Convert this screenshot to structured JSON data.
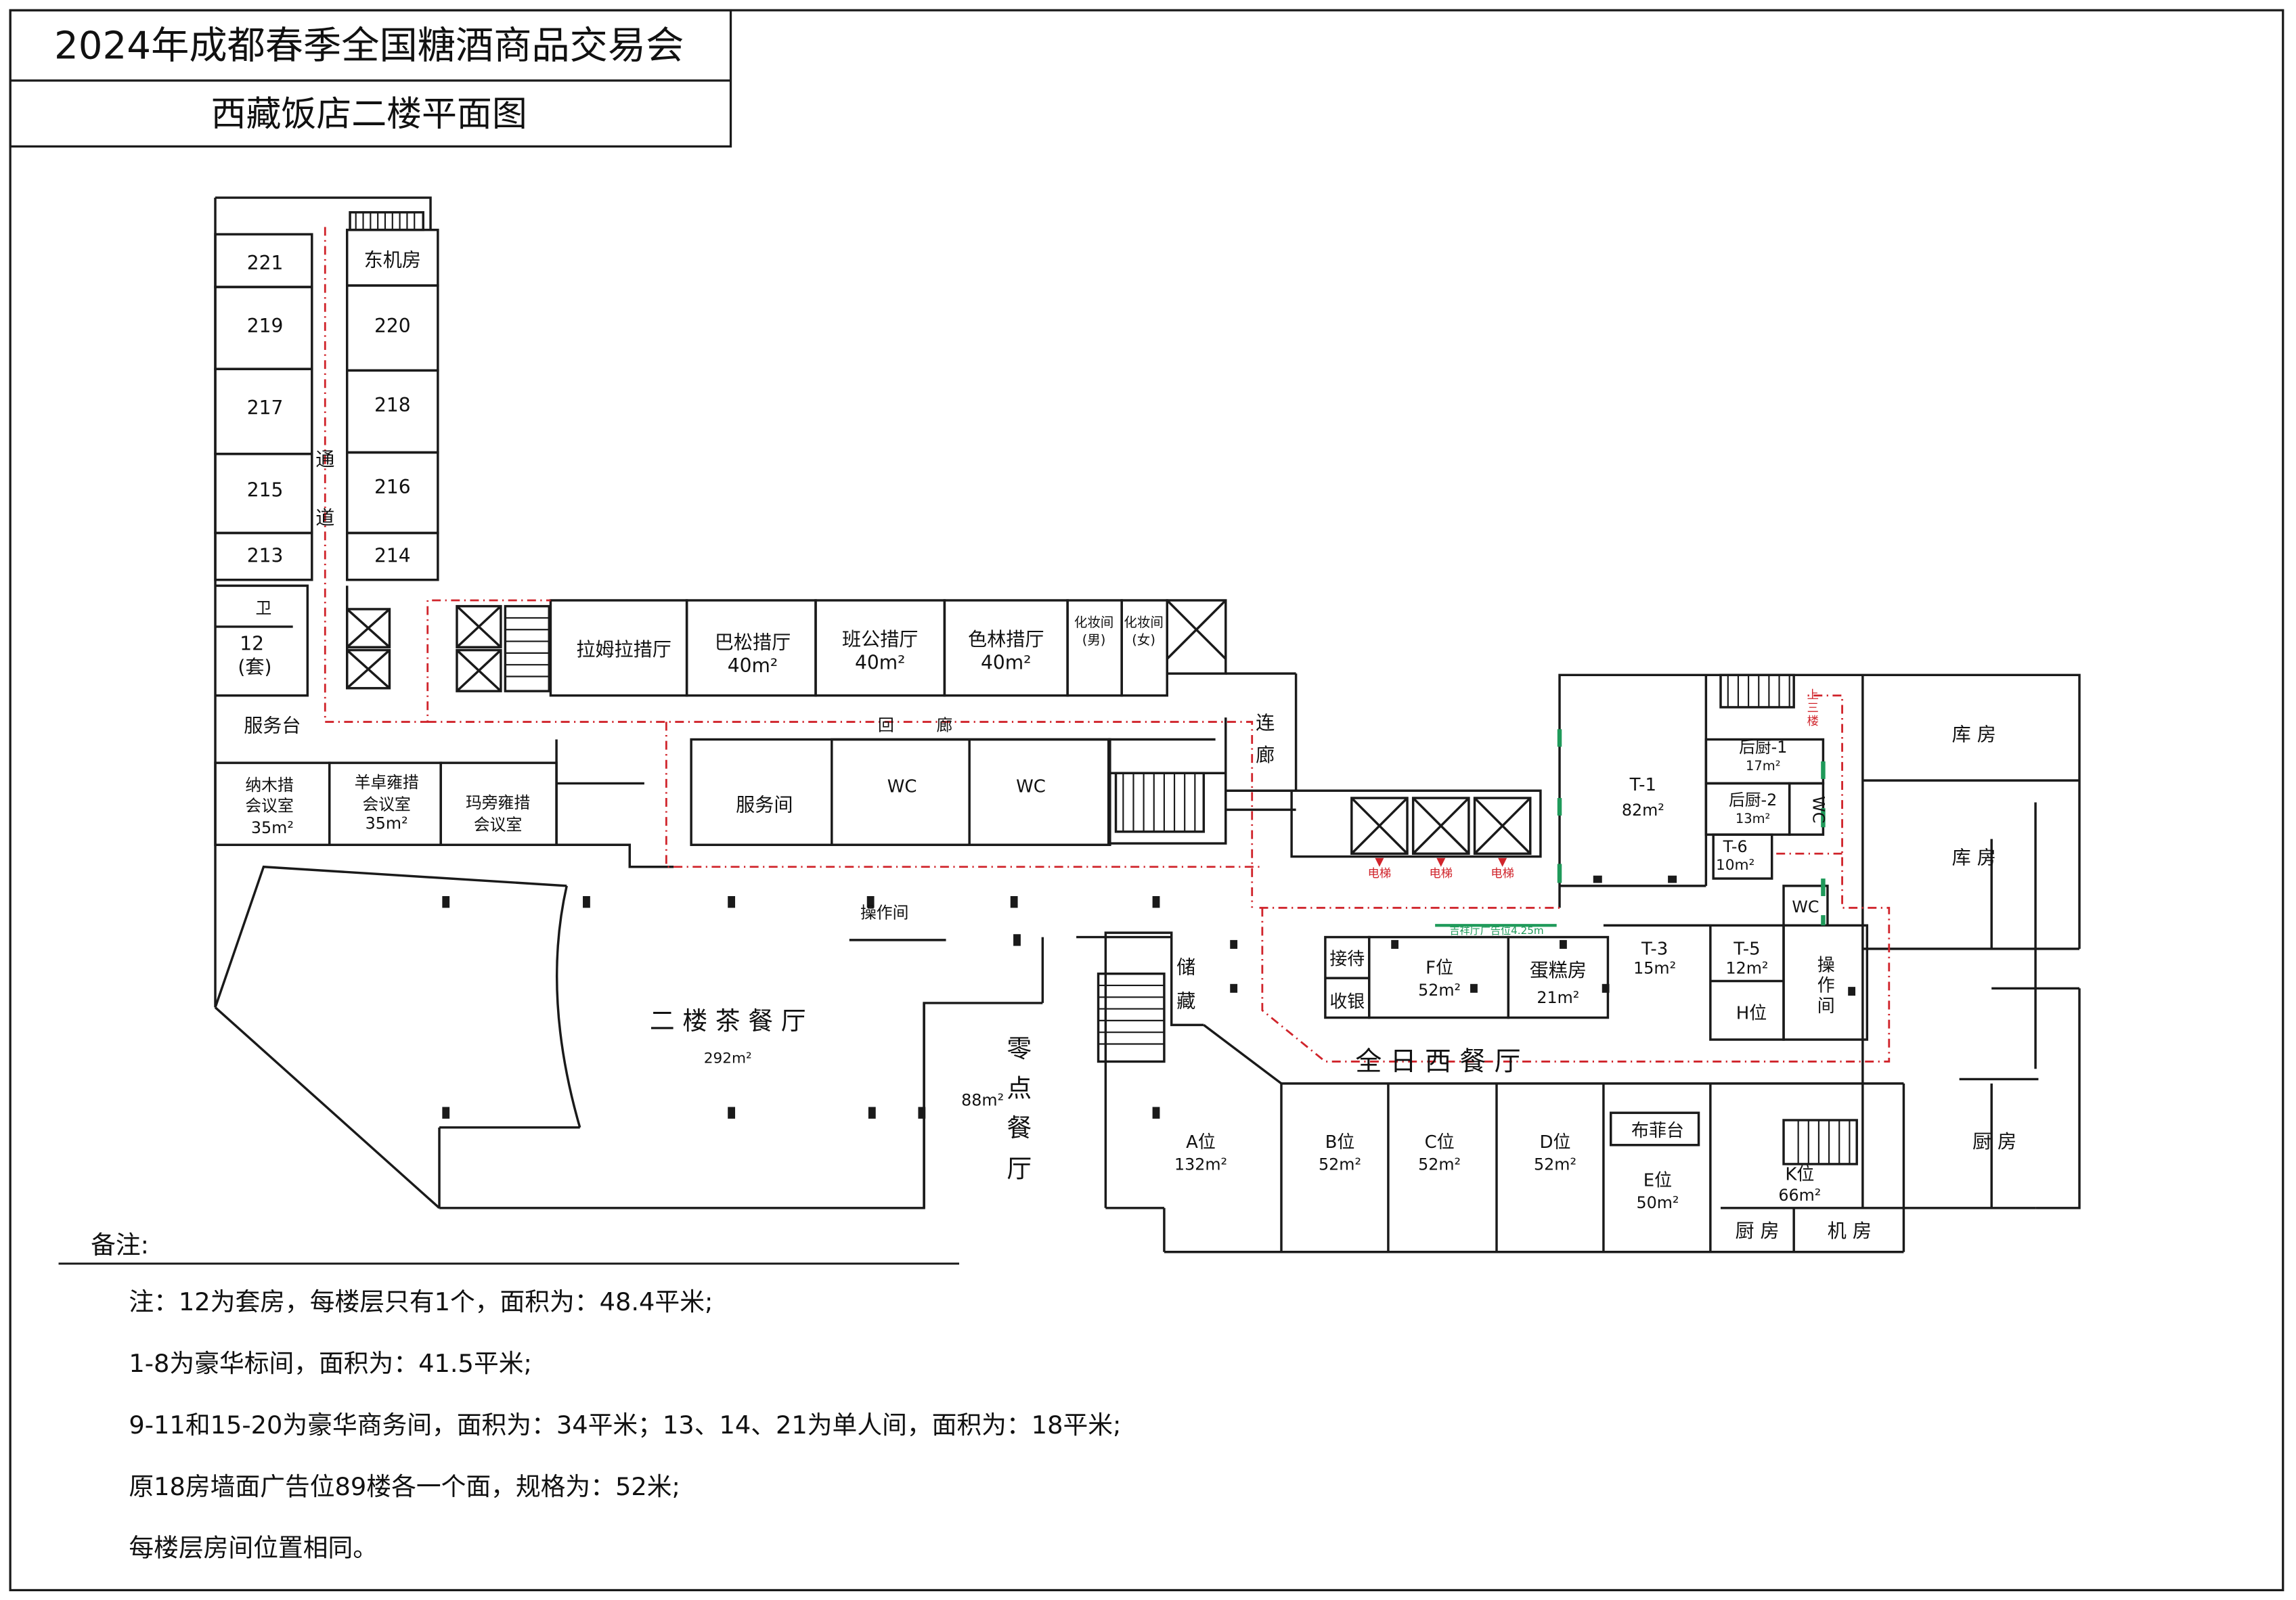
{
  "header": {
    "title": "2024年成都春季全国糖酒商品交易会",
    "subtitle": "西藏饭店二楼平面图"
  },
  "rooms": {
    "r221": "221",
    "r219": "219",
    "r217": "217",
    "r215": "215",
    "r213": "213",
    "east_machine": "东机房",
    "r220": "220",
    "r218": "218",
    "r216": "216",
    "r214": "214",
    "corridor": [
      "通",
      "道"
    ],
    "toilet": "卫",
    "suite": "12",
    "suite_sub": "(套)",
    "service_desk": "服务台",
    "namco_1": "纳木措",
    "namco_2": "会议室",
    "namco_area": "35m²",
    "yamdrok_1": "羊卓雍措",
    "yamdrok_2": "会议室",
    "yamdrok_area": "35m²",
    "mapam_1": "玛旁雍措",
    "mapam_2": "会议室",
    "lhamo": "拉姆拉措厅",
    "basum": "巴松措厅",
    "basum_area": "40m²",
    "bangong": "班公措厅",
    "bangong_area": "40m²",
    "selin": "色林措厅",
    "selin_area": "40m²",
    "makeup_m_1": "化妆间",
    "makeup_m_2": "(男)",
    "makeup_f_1": "化妆间",
    "makeup_f_2": "(女)",
    "huilang": [
      "回",
      "廊"
    ],
    "lianlang": [
      "连",
      "廊"
    ],
    "service_room": "服务间",
    "wc": "WC",
    "ops_small": "操作间",
    "teahouse": "二 楼 茶 餐 厅",
    "teahouse_area": "292m²",
    "snack": [
      "零",
      "点",
      "餐",
      "厅"
    ],
    "snack_area": "88m²",
    "storage": [
      "储",
      "藏"
    ],
    "reception": "接待",
    "cashier": "收银",
    "f_pos": "F位",
    "f_area": "52m²",
    "cake": "蛋糕房",
    "cake_area": "21m²",
    "elevator": "电梯",
    "ad_pos": "吉祥厅广告位4.25m",
    "t1": "T-1",
    "t1_area": "82m²",
    "t3": "T-3",
    "t3_area": "15m²",
    "t5": "T-5",
    "t5_area": "12m²",
    "t6": "T-6",
    "t6_area": "10m²",
    "back_k1": "后厨-1",
    "back_k1_area": "17m²",
    "back_k2": "后厨-2",
    "back_k2_area": "13m²",
    "h_pos": "H位",
    "ops_big": [
      "操",
      "作",
      "间"
    ],
    "up_stairs": [
      "上",
      "三",
      "楼"
    ],
    "warehouse": "库    房",
    "kitchen": "厨    房",
    "allday": "全 日 西 餐 厅",
    "a_pos": "A位",
    "a_area": "132m²",
    "b_pos": "B位",
    "b_area": "52m²",
    "c_pos": "C位",
    "c_area": "52m²",
    "d_pos": "D位",
    "d_area": "52m²",
    "buffet": "布菲台",
    "e_pos": "E位",
    "e_area": "50m²",
    "k_pos": "K位",
    "k_area": "66m²",
    "kitchen_small": "厨 房",
    "machine_room": "机 房"
  },
  "notes": {
    "heading": "备注:",
    "lines": [
      "注：12为套房，每楼层只有1个，面积为：48.4平米;",
      "1-8为豪华标间，面积为：41.5平米;",
      "9-11和15-20为豪华商务间，面积为：34平米；13、14、21为单人间，面积为：18平米;",
      "原18房墙面广告位89楼各一个面，规格为：52米;",
      "每楼层房间位置相同。"
    ]
  },
  "colors": {
    "wall": "#1a1a1a",
    "route": "#d0242b",
    "ad_green": "#1f9a5a",
    "background": "#ffffff"
  }
}
